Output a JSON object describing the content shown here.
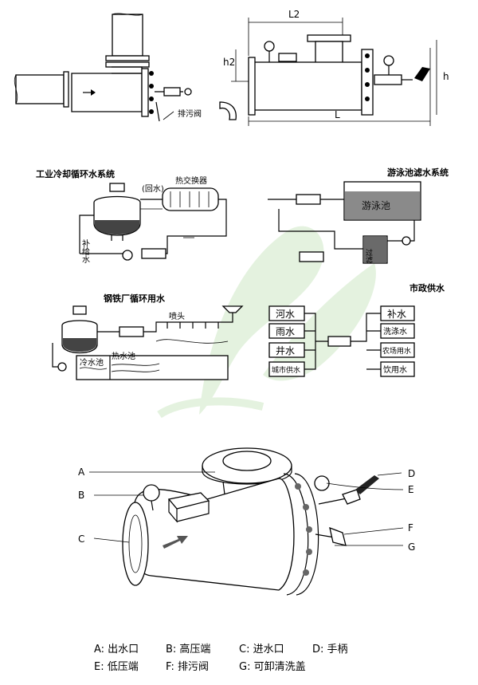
{
  "top_right": {
    "label_L2": "L2",
    "label_h2": "h2",
    "label_h": "h",
    "label_L": "L"
  },
  "top_left": {
    "drain_valve": "排污阀"
  },
  "systems": {
    "cooling": {
      "title": "工业冷却循环水系统",
      "return_water": "(回水)",
      "heat_exchanger": "热交换器",
      "makeup_water": "补给水"
    },
    "pool": {
      "title": "游泳池滤水系统",
      "pool_label": "游泳池",
      "filter_label": "过滤"
    },
    "municipal": {
      "title": "市政供水",
      "sources": [
        "河水",
        "雨水",
        "井水",
        "城市供水"
      ],
      "uses": [
        "补水",
        "洗涤水",
        "农场用水",
        "饮用水"
      ]
    },
    "steel": {
      "title": "钢铁厂循环用水",
      "nozzle": "喷头",
      "hot_pool": "热水池",
      "cold_pool": "冷水池"
    }
  },
  "callouts": [
    "A",
    "B",
    "C",
    "D",
    "E",
    "F",
    "G"
  ],
  "legend": {
    "row1": [
      "A: 出水口",
      "B: 高压端",
      "C: 进水口",
      "D: 手柄"
    ],
    "row2": [
      "E: 低压端",
      "F: 排污阀",
      "G: 可卸清洗盖"
    ]
  },
  "colors": {
    "watermark": "#cfe8c6",
    "ink": "#000000",
    "water_fill": "#555555"
  }
}
